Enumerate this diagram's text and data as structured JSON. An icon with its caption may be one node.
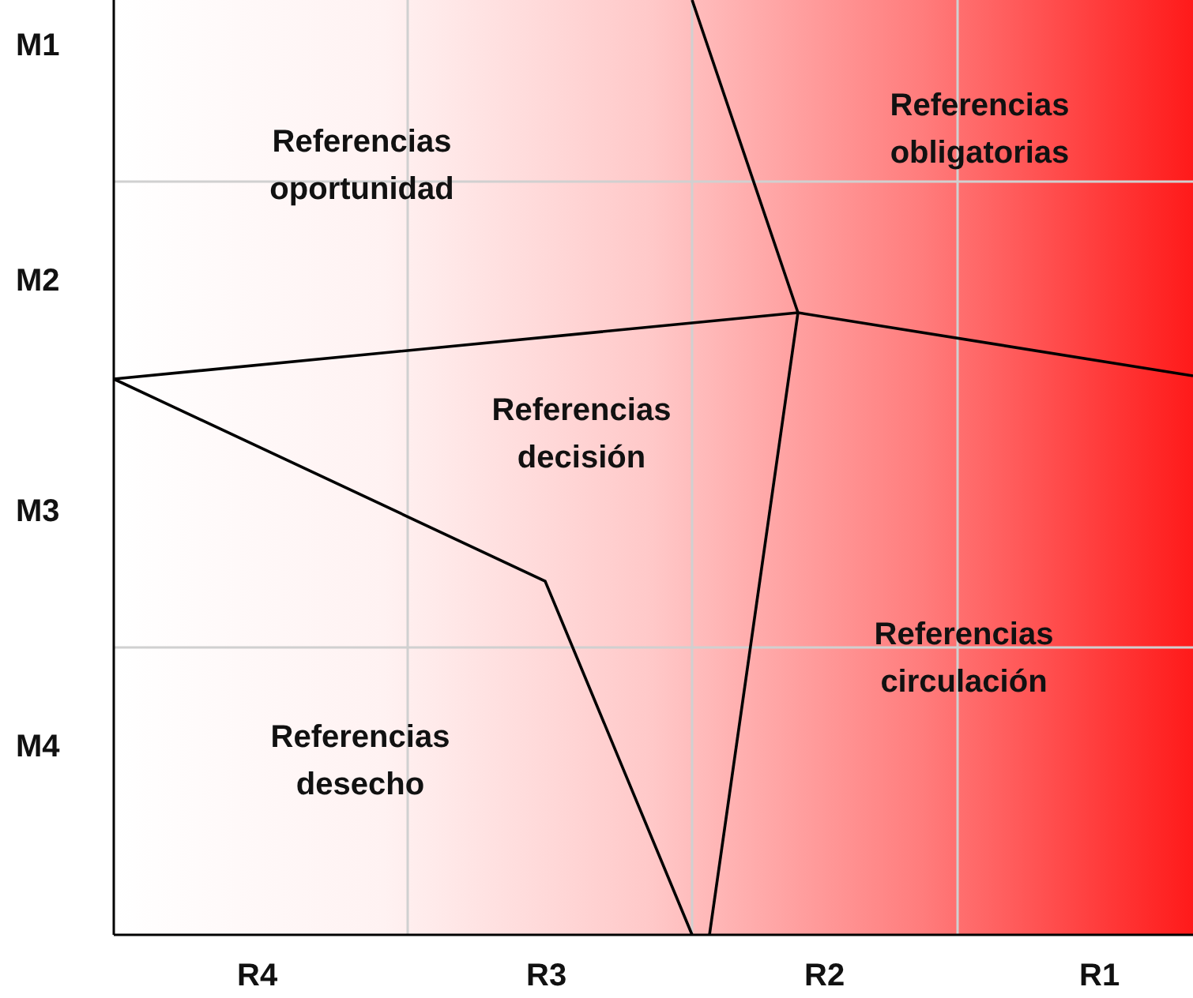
{
  "diagram": {
    "nodes": [
      {
        "text": [
          "Referencias oportunidad"
        ]
      },
      {
        "text": [
          "Referencias obligatorias"
        ]
      },
      {
        "text": [
          "Referencias decisión"
        ]
      },
      {
        "text": [
          "Referencias circulación"
        ]
      },
      {
        "text": [
          "Referencias desecho"
        ]
      }
    ],
    "edges": [],
    "labels": [
      "M1",
      "M2",
      "M3",
      "M4",
      "R4",
      "R3",
      "R2",
      "R1"
    ]
  }
}
